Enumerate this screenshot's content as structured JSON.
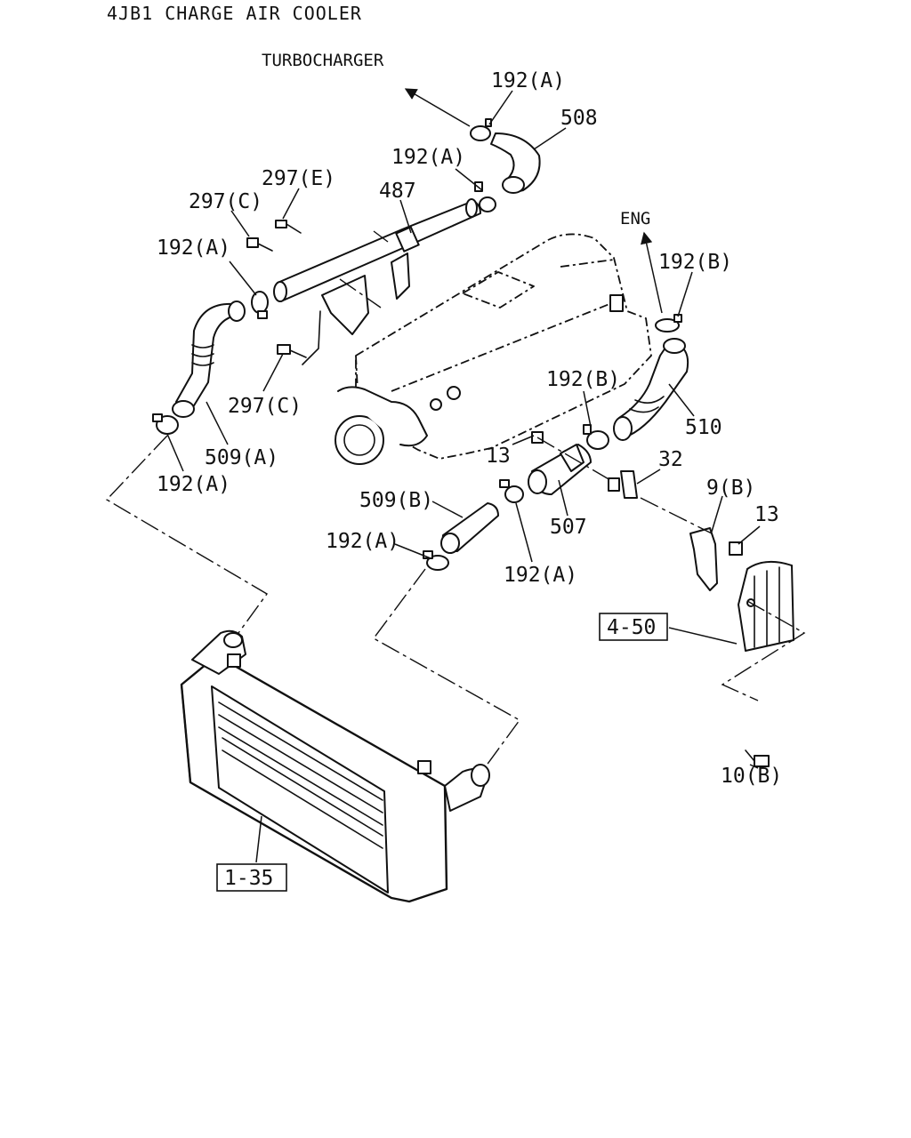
{
  "title": "4JB1 CHARGE AIR COOLER",
  "directions": {
    "turbocharger": "TURBOCHARGER",
    "engine": "ENG"
  },
  "labels": {
    "l192a_top": "192(A)",
    "l508": "508",
    "l192a_mid": "192(A)",
    "l297e": "297(E)",
    "l487": "487",
    "l297c_top": "297(C)",
    "l192a_left": "192(A)",
    "l192b_top": "192(B)",
    "l297c_mid": "297(C)",
    "l510": "510",
    "l192b_mid": "192(B)",
    "l509a": "509(A)",
    "l13_mid": "13",
    "l192a_lower": "192(A)",
    "l32": "32",
    "l509b": "509(B)",
    "l9b": "9(B)",
    "l507": "507",
    "l13_right": "13",
    "l192a_bottom_left": "192(A)",
    "l192a_bottom_right": "192(A)",
    "l10b": "10(B)"
  },
  "refs": {
    "r450": "4-50",
    "r135": "1-35"
  }
}
